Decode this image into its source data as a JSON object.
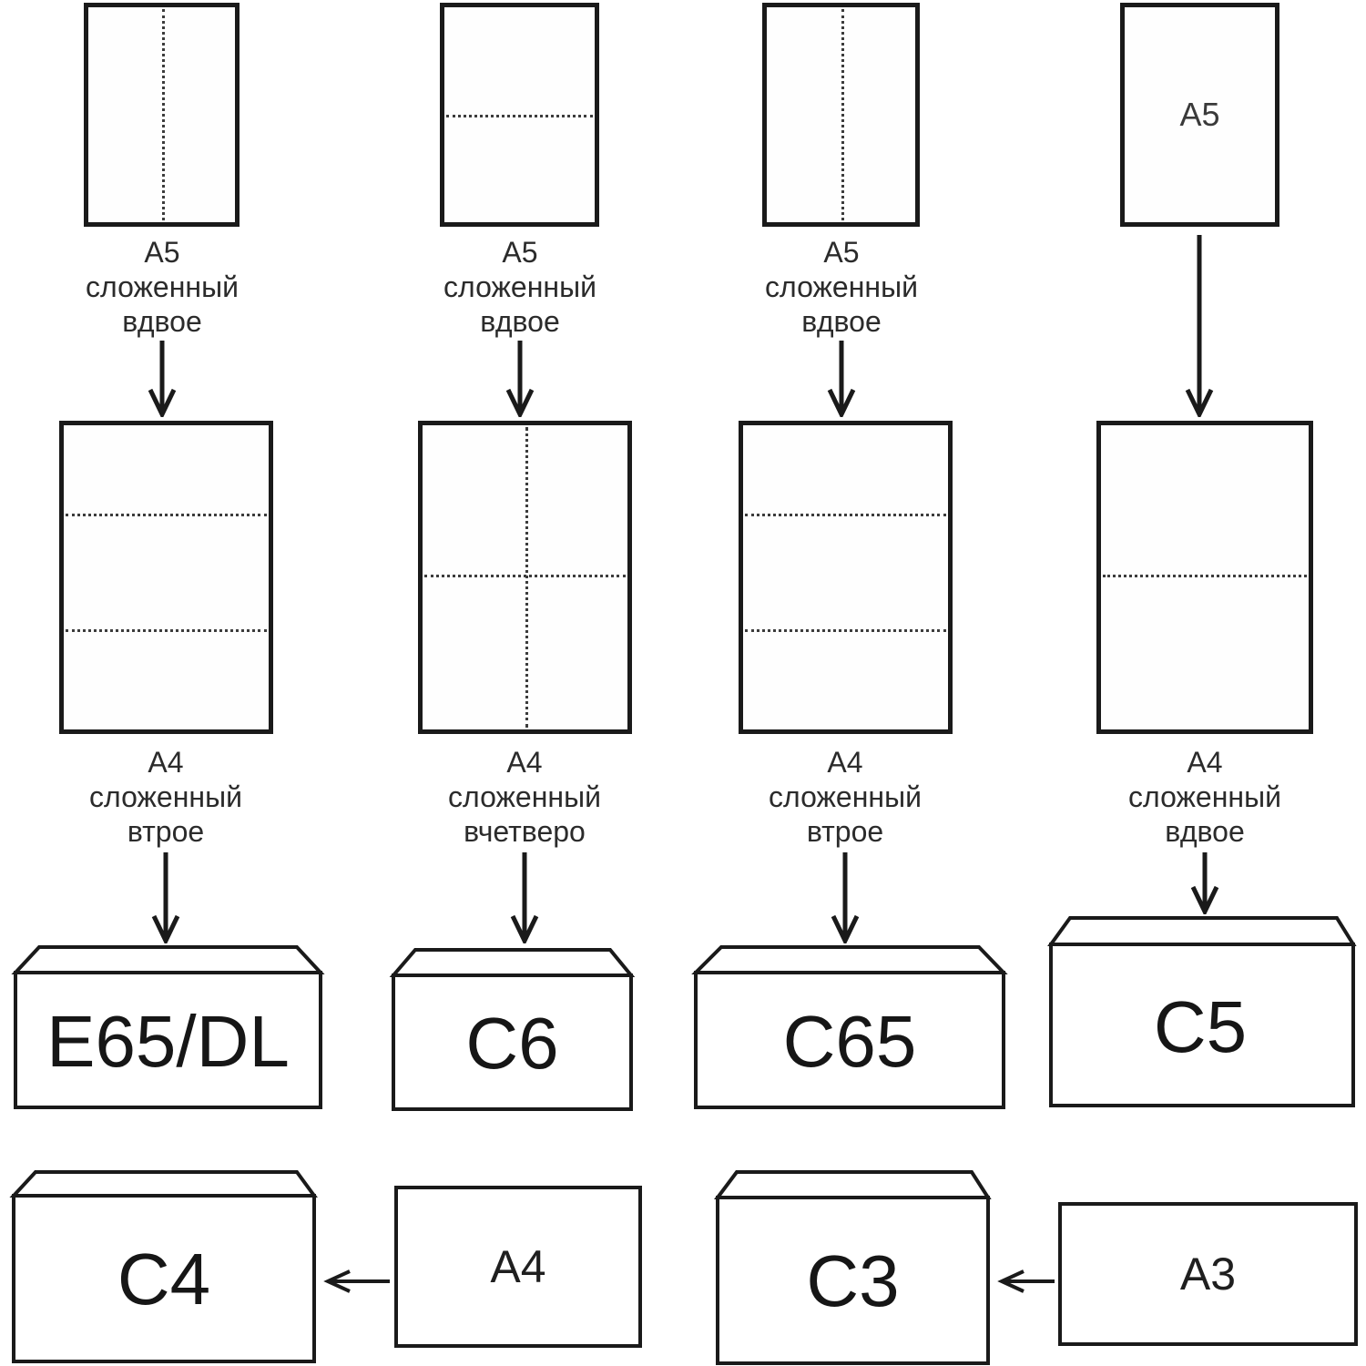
{
  "colors": {
    "stroke": "#1a1a1a",
    "fold_line": "#3c3c3c",
    "c4_flap_fill": "#f7a8a1",
    "c4_body_fill": "#f5a0a0",
    "paper_fill": "#ffffff"
  },
  "columns": [
    {
      "top_caption": [
        "А5",
        "сложенный",
        "вдвое"
      ],
      "mid_caption": [
        "А4",
        "сложенный",
        "втрое"
      ],
      "envelope_label": "E65/DL"
    },
    {
      "top_caption": [
        "А5",
        "сложенный",
        "вдвое"
      ],
      "mid_caption": [
        "А4",
        "сложенный",
        "вчетверо"
      ],
      "envelope_label": "C6"
    },
    {
      "top_caption": [
        "А5",
        "сложенный",
        "вдвое"
      ],
      "mid_caption": [
        "А4",
        "сложенный",
        "втрое"
      ],
      "envelope_label": "C65"
    },
    {
      "top_sheet_label": "A5",
      "mid_caption": [
        "А4",
        "сложенный",
        "вдвое"
      ],
      "envelope_label": "C5"
    }
  ],
  "bottom_row": {
    "c4_label": "C4",
    "a4_label": "A4",
    "c3_label": "C3",
    "a3_label": "A3"
  }
}
